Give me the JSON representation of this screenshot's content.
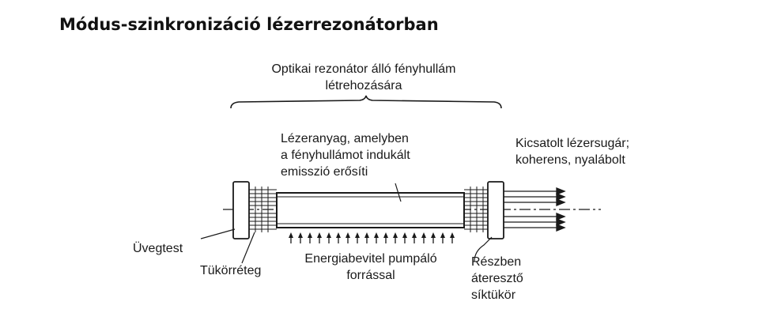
{
  "title": "Módus-szinkronizáció lézerrezonátorban",
  "labels": {
    "resonator_line1": "Optikai rezonátor álló fényhullám",
    "resonator_line2": "létrehozására",
    "medium_line1": "Lézeranyag, amelyben",
    "medium_line2": "a fényhullámot indukált",
    "medium_line3": "emisszió erősíti",
    "output_line1": "Kicsatolt lézersugár;",
    "output_line2": "koherens, nyalábolt",
    "glass": "Üvegtest",
    "mirror_layer": "Tükörréteg",
    "pump_line1": "Energiabevitel pumpáló",
    "pump_line2": "forrással",
    "partial_line1": "Részben",
    "partial_line2": "áteresztő",
    "partial_line3": "síktükör"
  }
}
